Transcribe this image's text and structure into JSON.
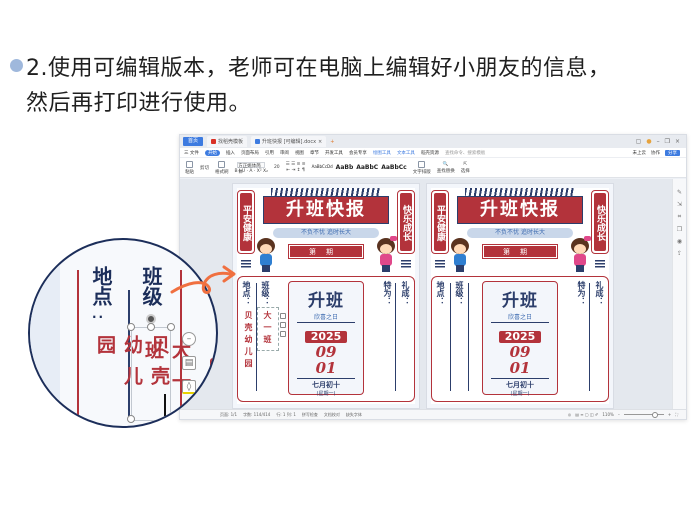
{
  "intro": {
    "line1": "2.使用可编辑版本，老师可在电脑上编辑好小朋友的信息，",
    "line2": "然后再打印进行使用。",
    "bullet_color": "#9fb8dc"
  },
  "app": {
    "tabs": [
      {
        "label": "首页",
        "active": true
      },
      {
        "label": "找稻壳模板",
        "icon": "wps-logo-icon",
        "color": "#d93025"
      },
      {
        "label": "升班快报 [可编辑].docx",
        "icon": "word-doc-icon",
        "color": "#3d7be0"
      }
    ],
    "new_tab_label": "+",
    "window_controls": [
      "minimize",
      "restore",
      "close"
    ],
    "menu": {
      "file_label": "三 文件",
      "items": [
        "开始",
        "插入",
        "页面布局",
        "引用",
        "审阅",
        "视图",
        "章节",
        "开发工具",
        "会员专享",
        "绘图工具",
        "文本工具",
        "稻壳资源"
      ],
      "active_item": "开始",
      "search_placeholder": "查找命令、搜索模板",
      "right_items": [
        "未上云",
        "协作"
      ],
      "share_label": "分享"
    },
    "ribbon": {
      "paste_label": "粘贴",
      "cut_label": "剪切",
      "format_painter_label": "格式刷",
      "font_name": "方正姚体简体",
      "font_size": "20",
      "styles": [
        "AaBbCcDd",
        "AaBb",
        "AaBbC",
        "AaBbCc"
      ],
      "style_names": [
        "正文",
        "标题 1",
        "标题 2",
        "标题 3"
      ],
      "text_tools_label": "文字排版",
      "find_replace_label": "查找替换",
      "select_label": "选择"
    },
    "statusbar": {
      "page": "页面: 1/1",
      "word_count": "字数: 114/414",
      "row_col": "行: 1  列: 1",
      "spell_check": "拼写检查",
      "doc_check": "文档校对",
      "missing_font": "缺失字体",
      "zoom": "110%"
    },
    "right_sidebar_icons": [
      "pen-icon",
      "select-icon",
      "crop-icon",
      "copy-icon",
      "shape-icon",
      "share-icon"
    ]
  },
  "poster": {
    "title": "升班快报",
    "left_box": "平安健康",
    "right_box": "快乐成长",
    "slogan": "不负不忧  追时长大",
    "issue_label": "第期",
    "card_title": "升班",
    "card_subtitle": "欣喜之日",
    "year": "2025",
    "month": "09",
    "day": "01",
    "lunar": "七月初十",
    "weekday": "(星期一)",
    "fields": {
      "location_label": "地点：",
      "class_label": "班级：",
      "special_label": "特为：",
      "ceremony_label": "礼成："
    },
    "page1_values": {
      "location": "贝壳幼儿园",
      "class": "大一班"
    },
    "colors": {
      "red": "#b3333b",
      "navy": "#2c3e6b",
      "light_blue": "#c9d7ea"
    }
  },
  "magnifier": {
    "location_label": "地点",
    "class_label": "班级",
    "colon": "··",
    "location_value": "贝壳幼儿园",
    "class_value": "大一班",
    "border_color": "#1c2e5a",
    "arrow_color": "#f07040"
  }
}
